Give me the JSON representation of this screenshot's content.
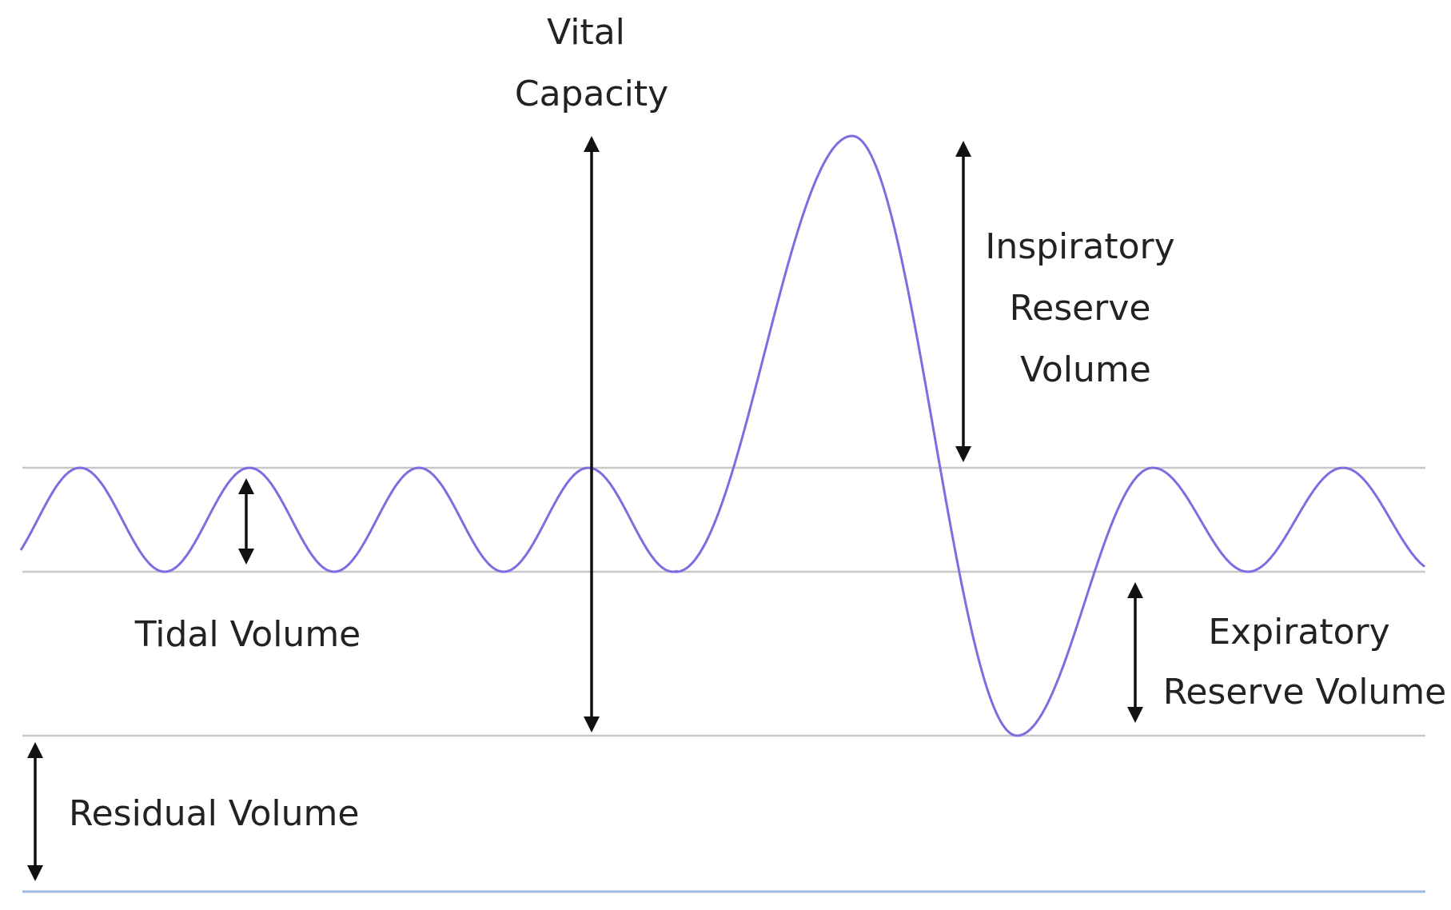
{
  "diagram": {
    "labels": {
      "vital_capacity": [
        "Vital",
        "Capacity"
      ],
      "inspiratory_reserve_volume": [
        "Inspiratory",
        "Reserve",
        "Volume"
      ],
      "tidal_volume": [
        "Tidal Volume"
      ],
      "expiratory_reserve_volume": [
        "Expiratory",
        "Reserve Volume"
      ],
      "residual_volume": [
        "Residual Volume"
      ]
    },
    "colors": {
      "trace": "#7b6ee0",
      "reference_lines": "#c8c8c8",
      "baseline": "#9fbbe0",
      "arrows": "#111111",
      "text": "#222222"
    }
  }
}
